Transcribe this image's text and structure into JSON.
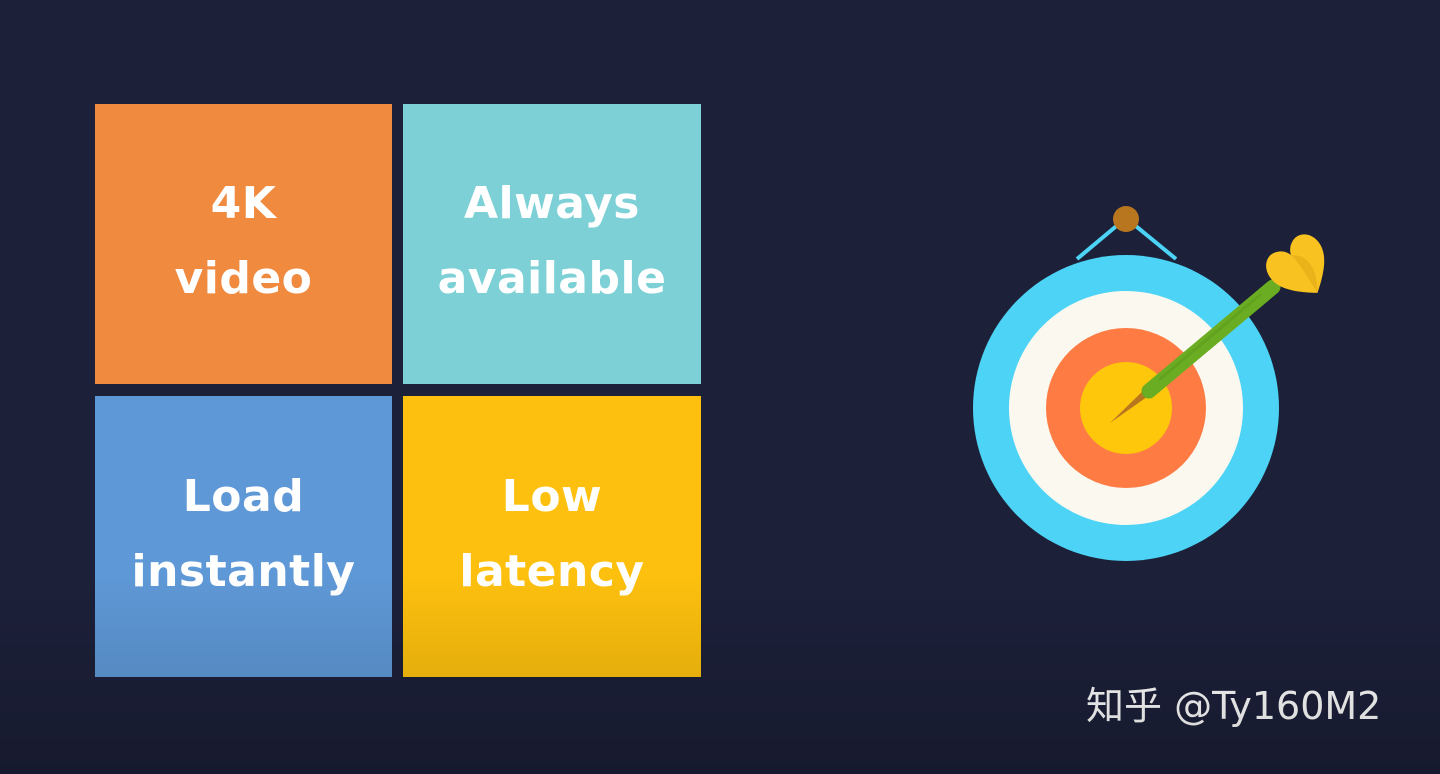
{
  "tiles": {
    "top_left": {
      "line1": "4K",
      "line2": "video",
      "color": "#ef8a3f"
    },
    "top_right": {
      "line1": "Always",
      "line2": "available",
      "color": "#7dd1d6"
    },
    "bottom_left": {
      "line1": "Load",
      "line2": "instantly",
      "color": "#5e98d6"
    },
    "bottom_right": {
      "line1": "Low",
      "line2": "latency",
      "color": "#fdc00e"
    }
  },
  "illustration": {
    "icon": "dartboard-with-dart-icon",
    "colors": {
      "outer_ring": "#4dd3f5",
      "white_ring": "#fbf9ef",
      "orange_ring": "#fe7c44",
      "bullseye": "#fec70c",
      "dart_shaft": "#6aad22",
      "dart_flight": "#f8c321",
      "hook": "#b8761f",
      "string": "#4dd3f5"
    }
  },
  "watermark": {
    "text": "知乎 @Ty160M2"
  }
}
